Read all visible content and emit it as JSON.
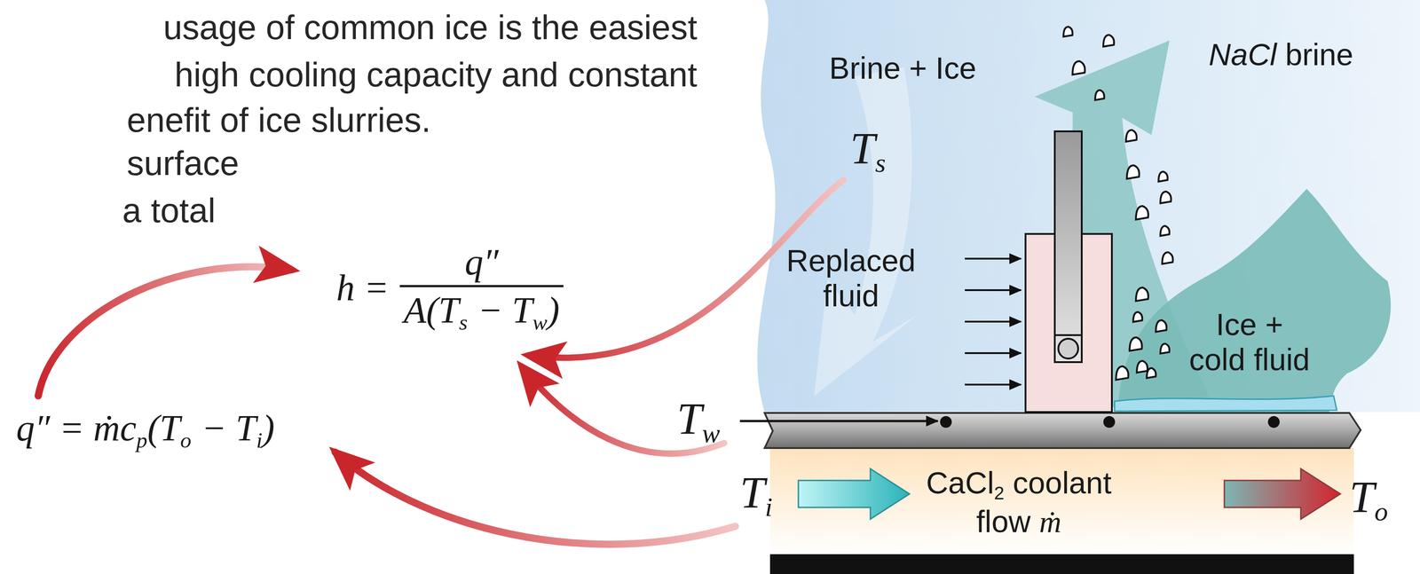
{
  "diagram": {
    "labels": [
      "usage of common ice is the easiest",
      "high cooling capacity and constant",
      "enefit of ice slurries.",
      "surface",
      "a total",
      "h =",
      "q″",
      "A(T",
      "s",
      "− T",
      "w",
      ")",
      "q″ = ṁc",
      "p",
      "(T",
      "o",
      "− T",
      "i",
      ")",
      "Brine + Ice",
      "NaCl",
      "brine",
      "T",
      "s",
      "Replaced fluid",
      "Ice + cold fluid",
      "T",
      "w",
      "T",
      "i",
      "CaCl",
      "2",
      "coolant",
      "flow",
      "ṁ",
      "T",
      "o"
    ]
  }
}
